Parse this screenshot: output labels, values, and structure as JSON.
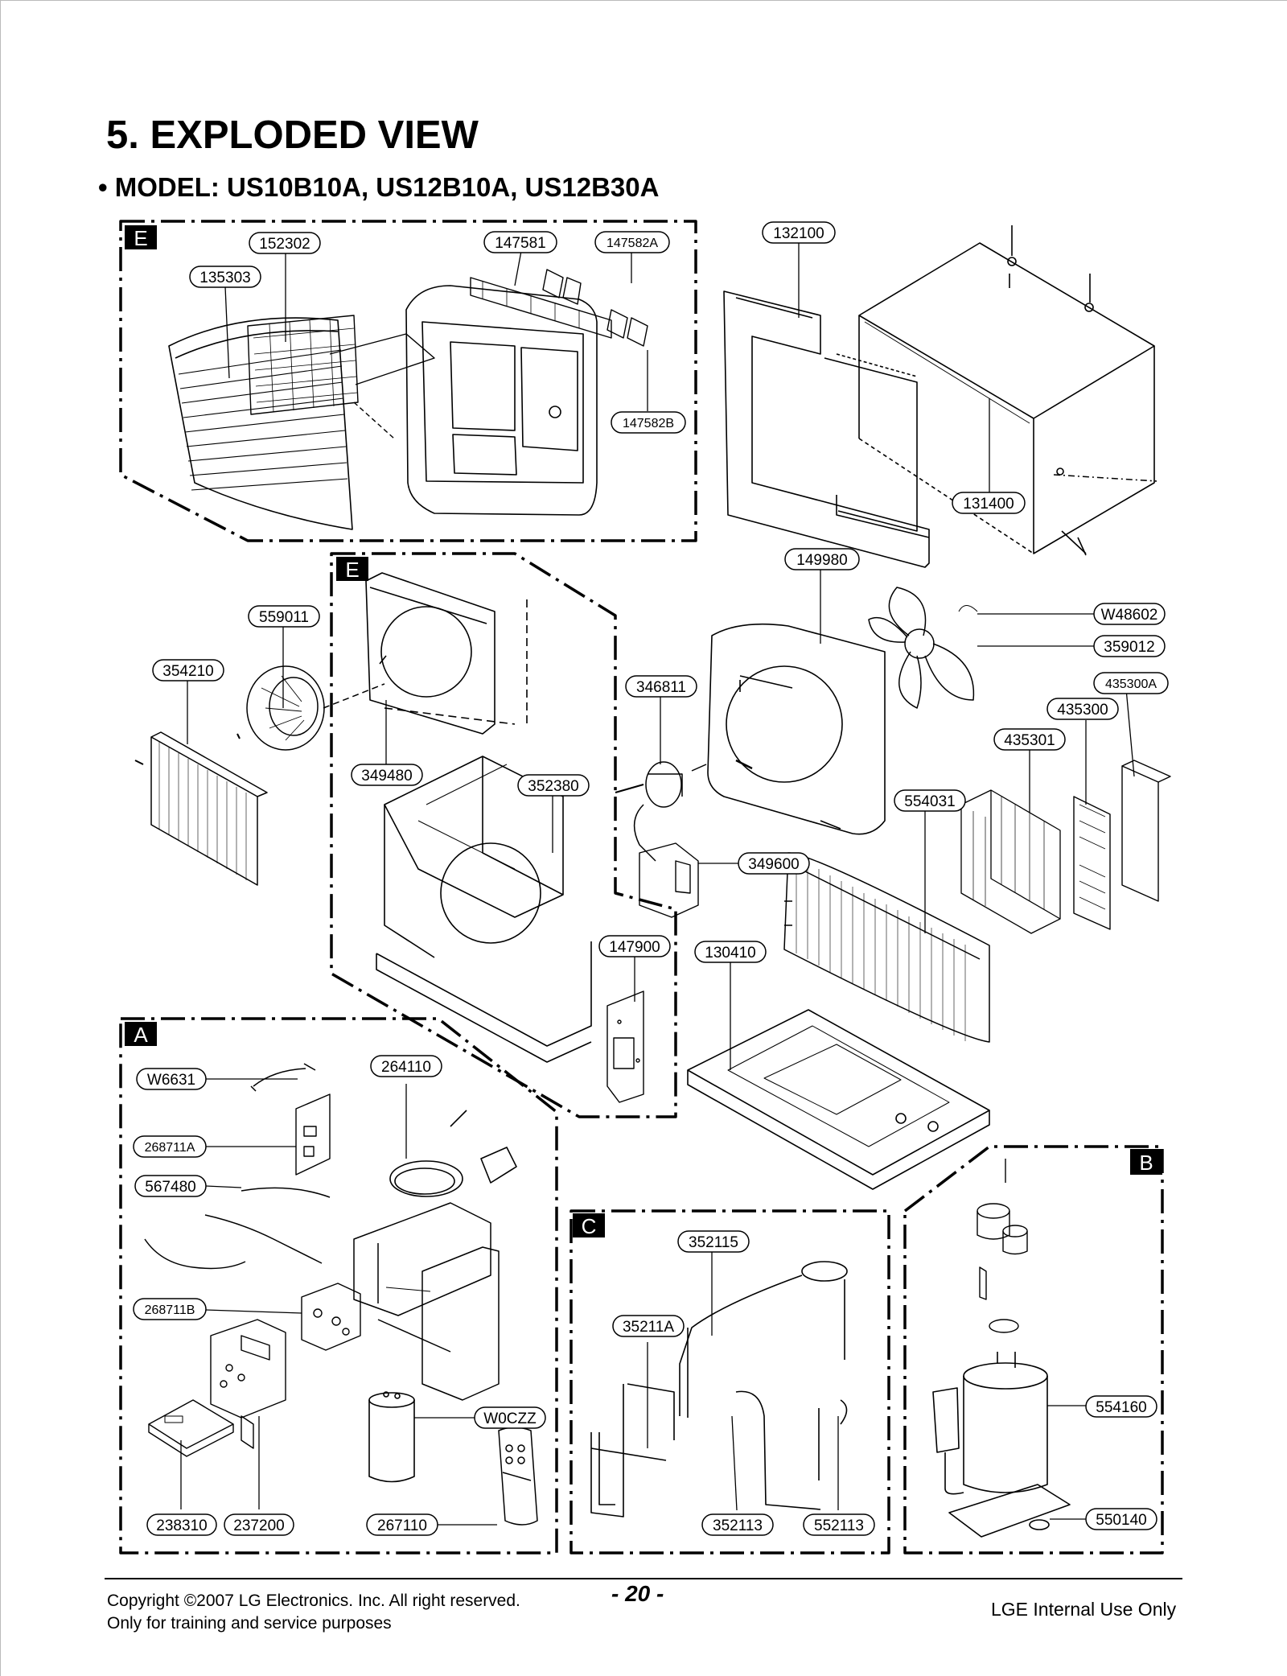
{
  "heading": "5. EXPLODED VIEW",
  "model": "• MODEL: US10B10A, US12B10A, US12B30A",
  "sections": [
    {
      "letter": "E"
    },
    {
      "letter": "E"
    },
    {
      "letter": "A"
    },
    {
      "letter": "C"
    },
    {
      "letter": "B"
    }
  ],
  "parts": [
    "152302",
    "135303",
    "147581",
    "147582A",
    "147582B",
    "132100",
    "131400",
    "149980",
    "W48602",
    "359012",
    "435300A",
    "435300",
    "435301",
    "554031",
    "559011",
    "354210",
    "349480",
    "346811",
    "352380",
    "349600",
    "147900",
    "130410",
    "W6631",
    "264110",
    "268711A",
    "567480",
    "268711B",
    "W0CZZ",
    "238310",
    "237200",
    "267110",
    "352115",
    "35211A",
    "352113",
    "552113",
    "554160",
    "550140"
  ],
  "footer": {
    "copyright": "Copyright ©2007 LG Electronics. Inc. All right reserved.",
    "purpose": "Only for training and service purposes",
    "page": "- 20 -",
    "internal": "LGE Internal Use Only"
  }
}
